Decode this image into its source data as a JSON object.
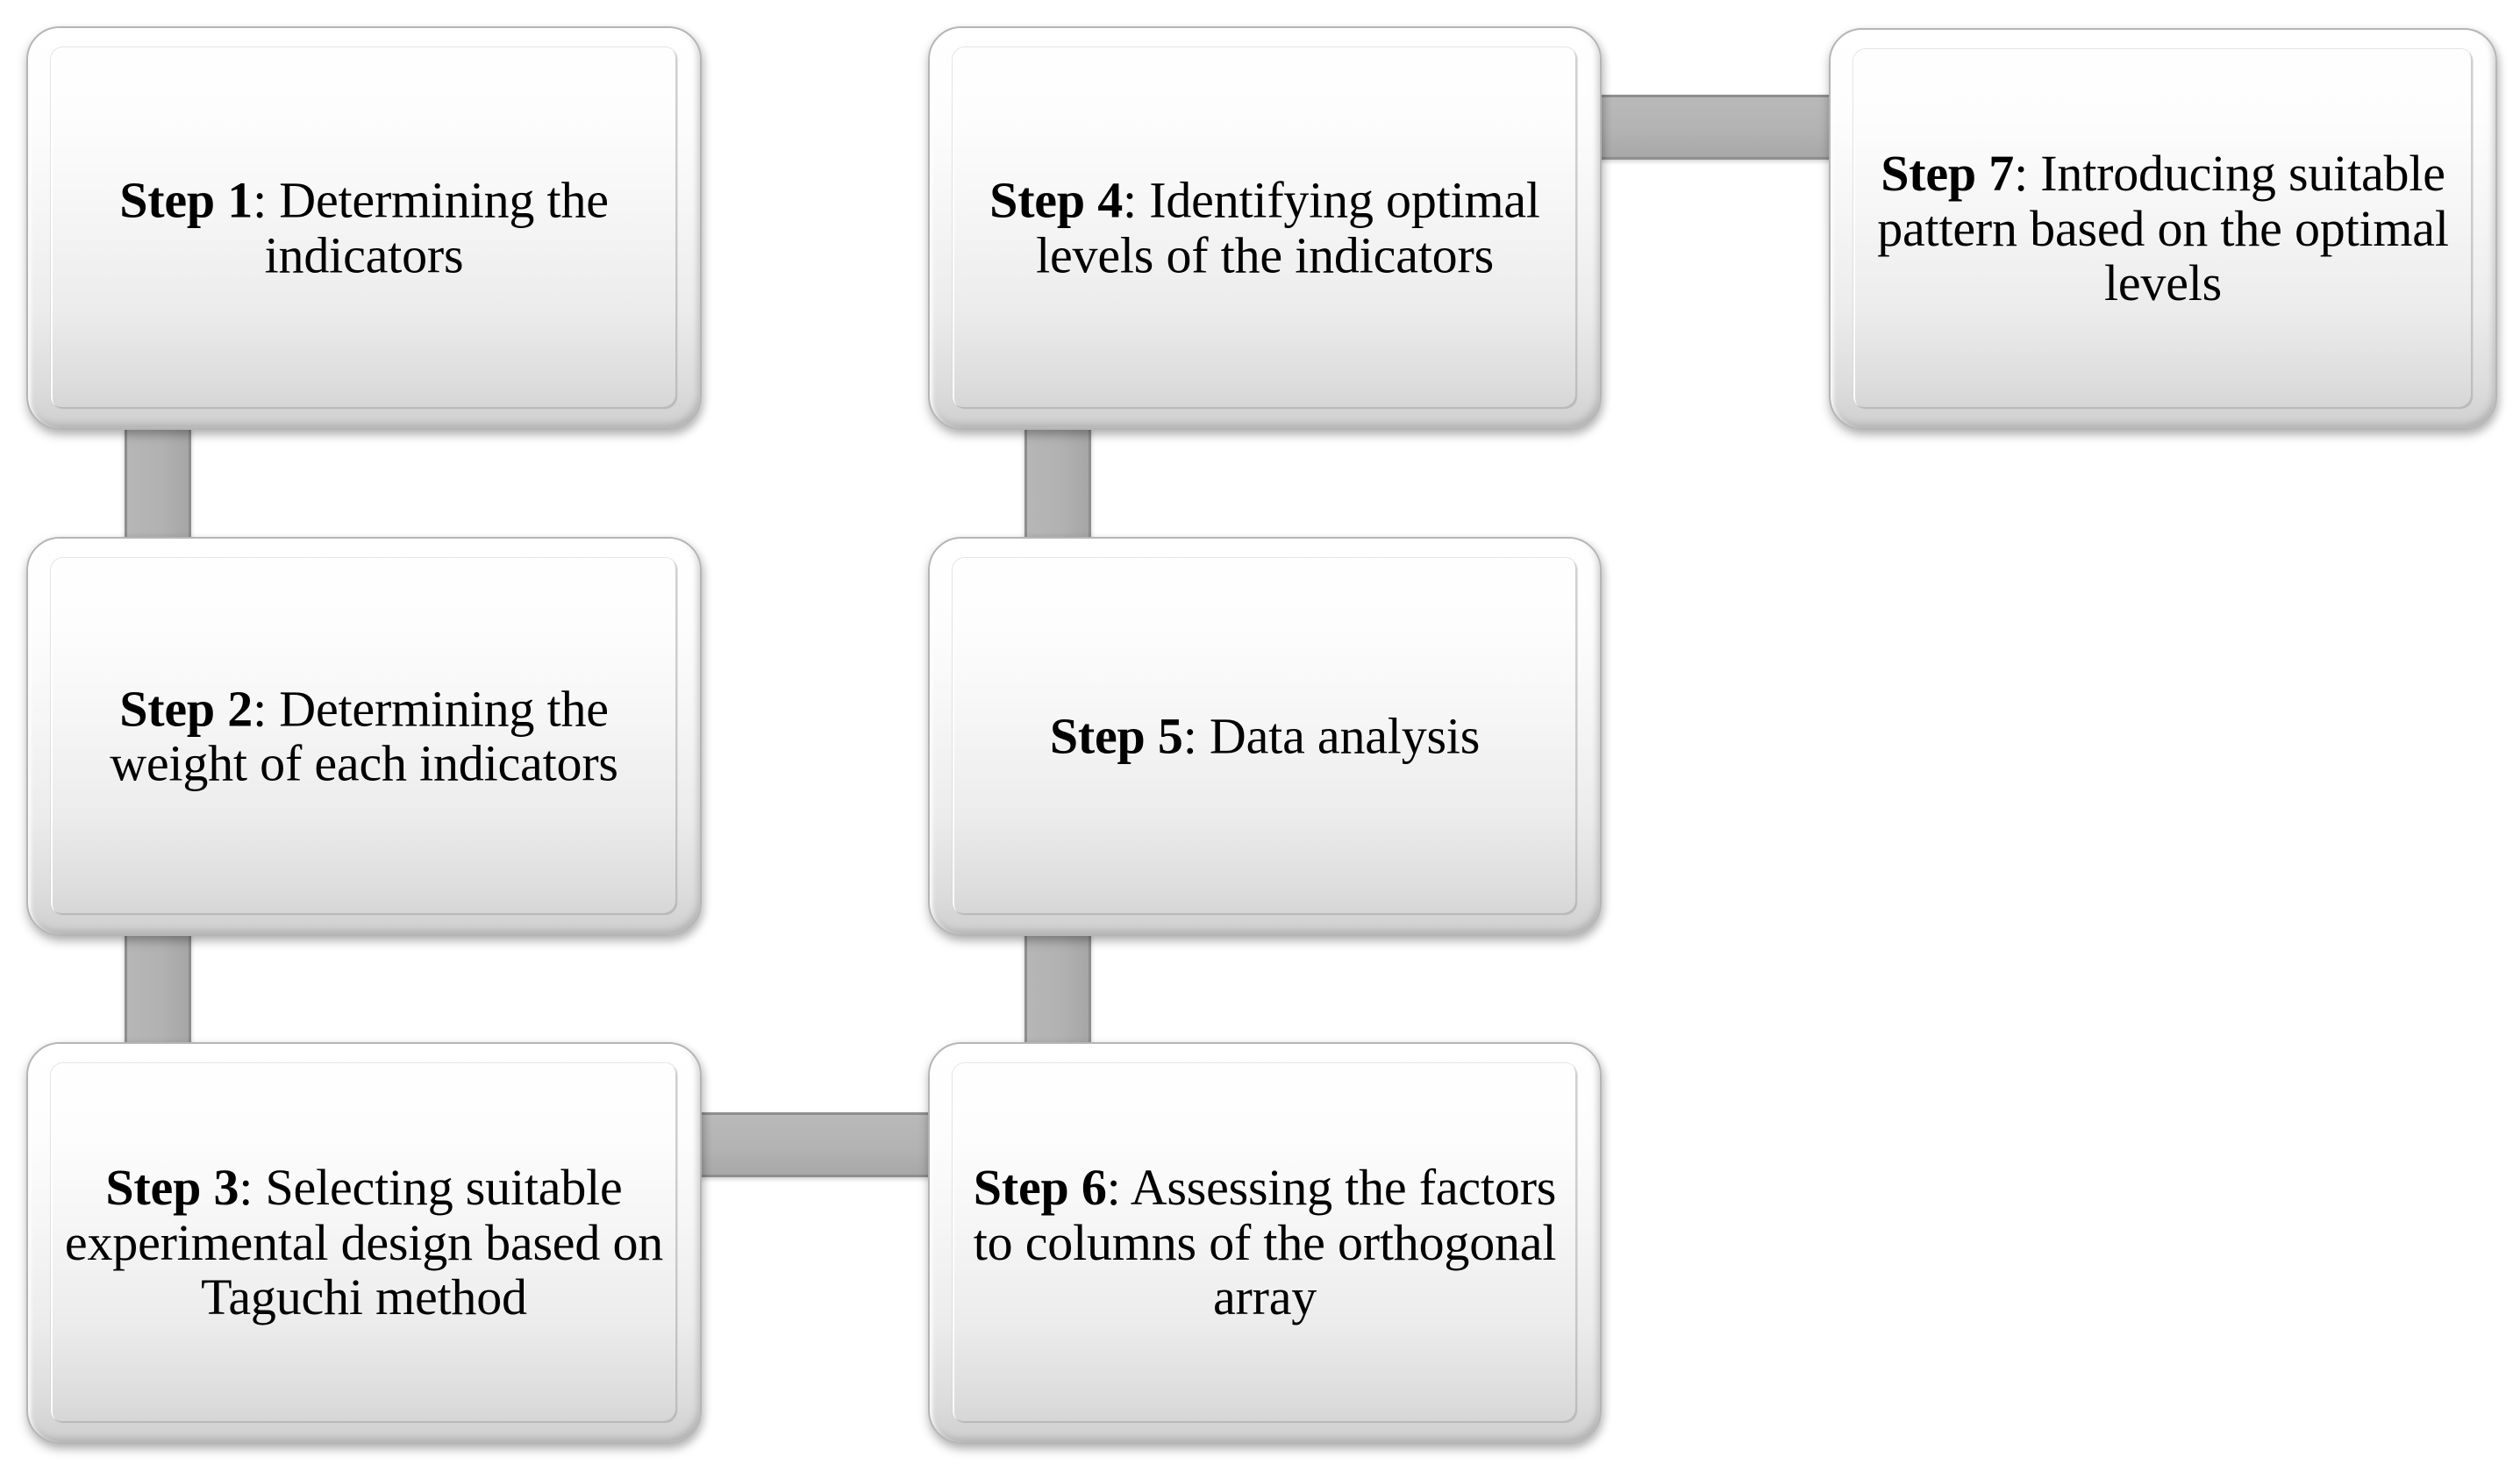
{
  "diagram": {
    "title": "Taguchi method procedure flowchart",
    "type": "flowchart",
    "colors": {
      "box_fill_top": "#ffffff",
      "box_fill_bottom": "#cfcfcf",
      "box_border": "#b5b5b5",
      "connector_fill": "#b3b3b3",
      "connector_border": "#8e8e8e",
      "text": "#000000",
      "background": "#ffffff"
    },
    "nodes": [
      {
        "id": "step-1",
        "key": "Step 1",
        "separator": ": ",
        "text": "Determining the indicators",
        "full": "Step 1: Determining the indicators",
        "column": 1,
        "row": 1
      },
      {
        "id": "step-2",
        "key": "Step 2",
        "separator": ": ",
        "text": "Determining the weight of each indicators",
        "full": "Step 2: Determining the weight of each indicators",
        "column": 1,
        "row": 2
      },
      {
        "id": "step-3",
        "key": "Step 3",
        "separator": ": ",
        "text": "Selecting suitable experimental design based on Taguchi method",
        "full": "Step 3: Selecting suitable experimental design based on Taguchi method",
        "column": 1,
        "row": 3
      },
      {
        "id": "step-4",
        "key": "Step 4",
        "separator": ": ",
        "text": "Identifying optimal levels of the indicators",
        "full": "Step 4: Identifying optimal levels of the indicators",
        "column": 2,
        "row": 1
      },
      {
        "id": "step-5",
        "key": "Step 5",
        "separator": ": ",
        "text": "Data analysis",
        "full": "Step 5: Data analysis",
        "column": 2,
        "row": 2
      },
      {
        "id": "step-6",
        "key": "Step 6",
        "separator": ": ",
        "text": "Assessing the factors to columns of the orthogonal array",
        "full": "Step 6: Assessing the factors to columns of the orthogonal array",
        "column": 2,
        "row": 3
      },
      {
        "id": "step-7",
        "key": "Step 7",
        "separator": ": ",
        "text": "Introducing suitable pattern based on the optimal levels",
        "full": "Step 7: Introducing suitable pattern based on the optimal levels",
        "column": 3,
        "row": 1
      }
    ],
    "edges": [
      {
        "id": "conn-1-2",
        "from": "step-1",
        "to": "step-2",
        "orientation": "vertical"
      },
      {
        "id": "conn-2-3",
        "from": "step-2",
        "to": "step-3",
        "orientation": "vertical"
      },
      {
        "id": "conn-3-6",
        "from": "step-3",
        "to": "step-6",
        "orientation": "horizontal"
      },
      {
        "id": "conn-5-6",
        "from": "step-5",
        "to": "step-6",
        "orientation": "vertical"
      },
      {
        "id": "conn-4-5",
        "from": "step-4",
        "to": "step-5",
        "orientation": "vertical"
      },
      {
        "id": "conn-4-7",
        "from": "step-4",
        "to": "step-7",
        "orientation": "horizontal"
      }
    ]
  }
}
